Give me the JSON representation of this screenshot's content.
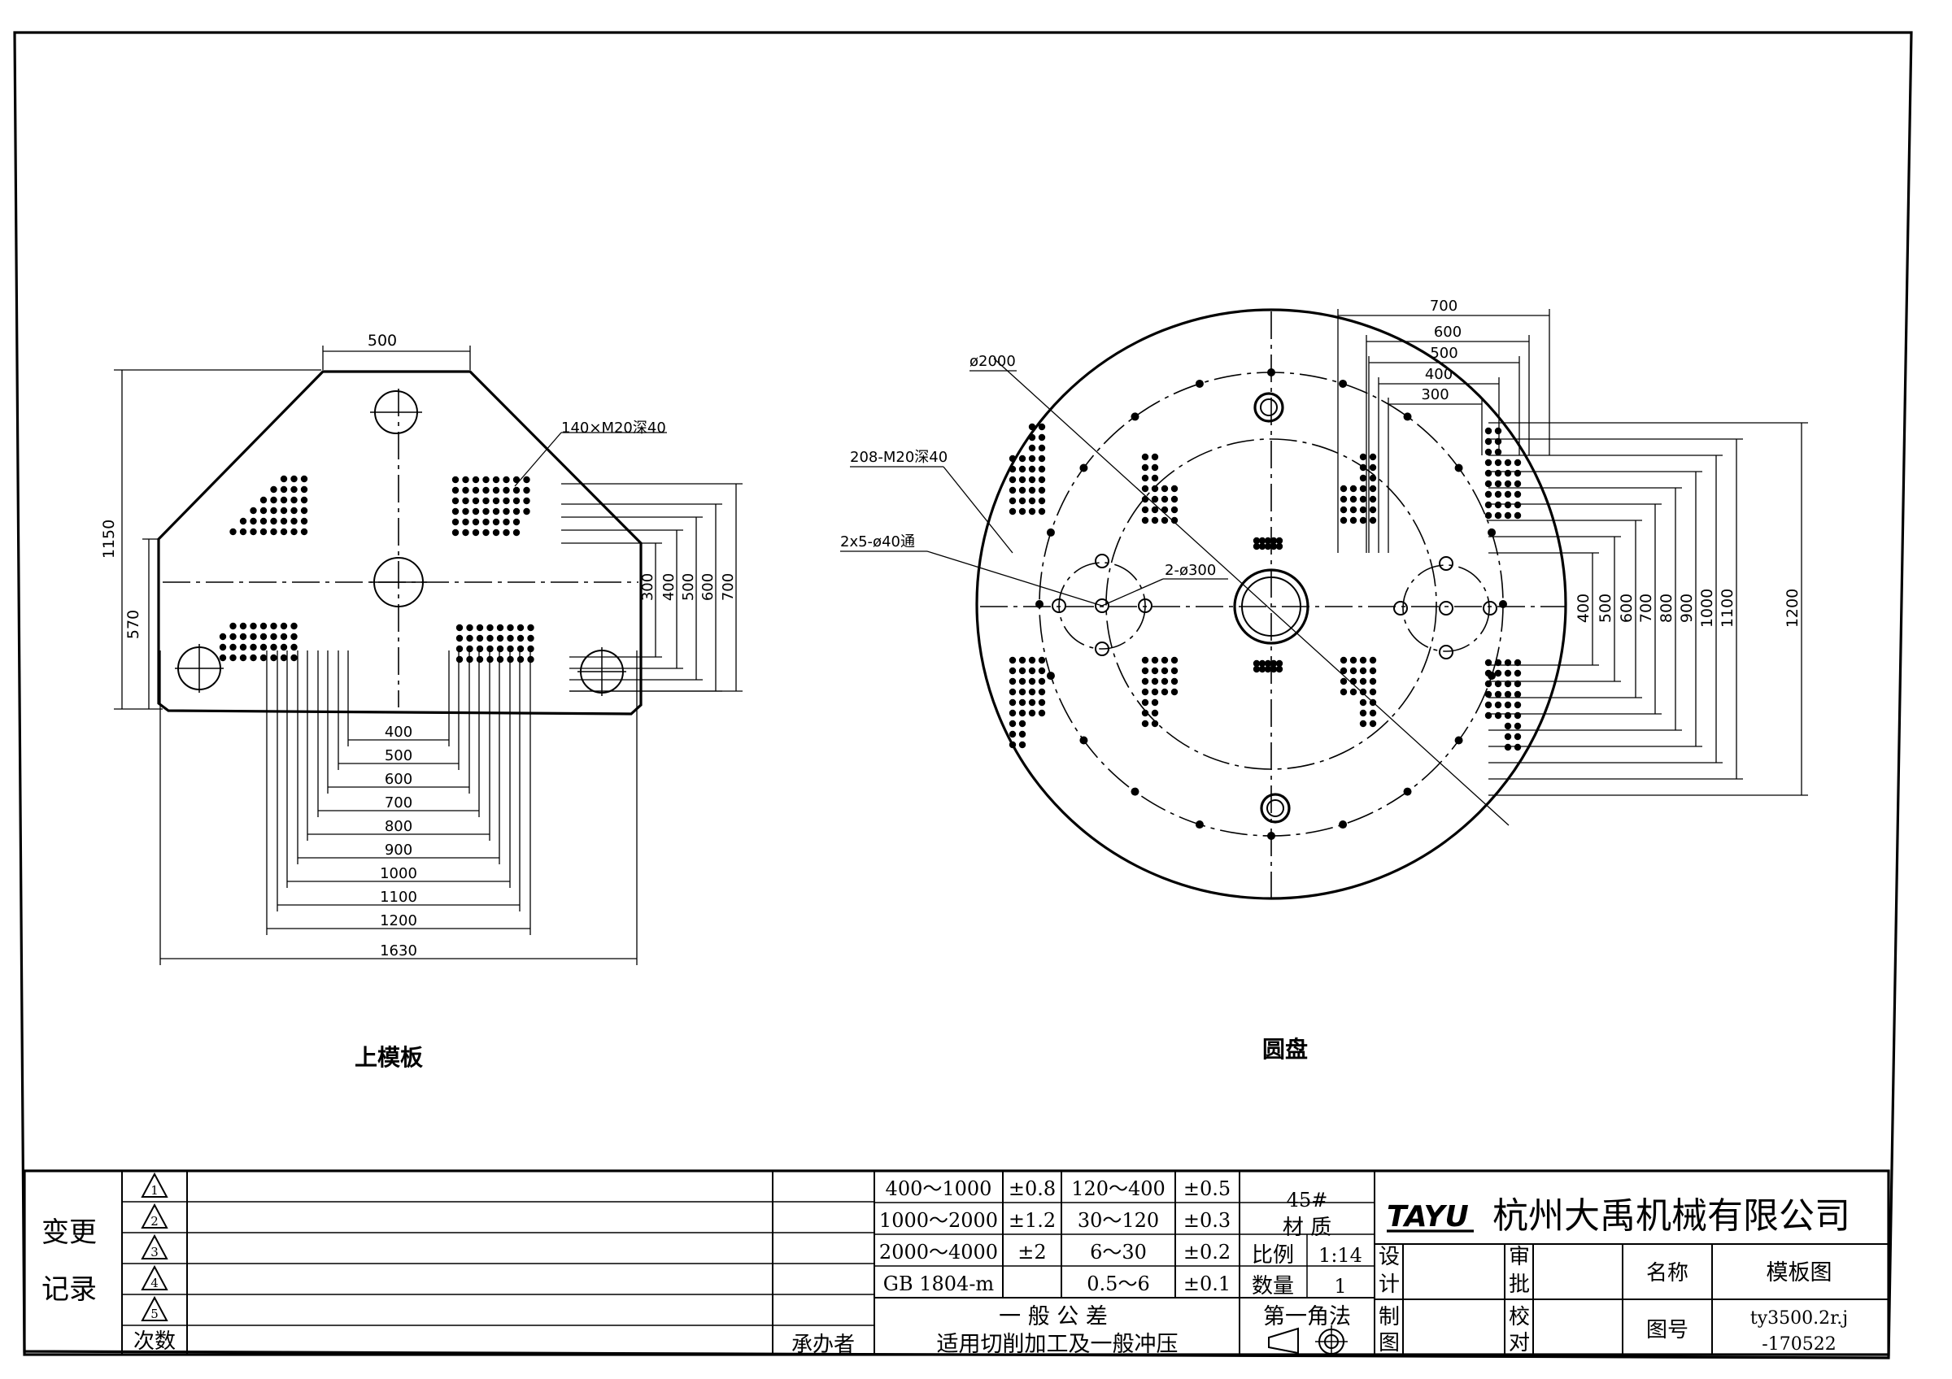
{
  "drawing": {
    "left_view": {
      "caption": "上模板",
      "hole_note": "140×M20深40",
      "top_width": "500",
      "height_overall": "1150",
      "height_lower": "570",
      "right_dims": [
        "300",
        "400",
        "500",
        "600",
        "700"
      ],
      "bottom_dims": [
        "400",
        "500",
        "600",
        "700",
        "800",
        "900",
        "1000",
        "1100",
        "1200",
        "1630"
      ]
    },
    "right_view": {
      "caption": "圆盘",
      "diameter": "ø2000",
      "hole_note": "208-M20深40",
      "through_note": "2x5-ø40通",
      "bore_note": "2-ø300",
      "top_dims": [
        "700",
        "600",
        "500",
        "400",
        "300"
      ],
      "right_dims": [
        "400",
        "500",
        "600",
        "700",
        "800",
        "900",
        "1000",
        "1100",
        "1200"
      ]
    }
  },
  "title_block": {
    "change_record_label": [
      "变更",
      "记录"
    ],
    "revision_marks": [
      "1",
      "2",
      "3",
      "4",
      "5"
    ],
    "count_label": "次数",
    "handler_label": "承办者",
    "tolerance_rows": [
      [
        "400～1000",
        "±0.8",
        "120～400",
        "±0.5"
      ],
      [
        "1000～2000",
        "±1.2",
        "30～120",
        "±0.3"
      ],
      [
        "2000～4000",
        "±2",
        "6～30",
        "±0.2"
      ],
      [
        "GB 1804-m",
        "",
        "0.5～6",
        "±0.1"
      ]
    ],
    "general_tolerance": "一 般 公 差",
    "applies_to": "适用切削加工及一般冲压",
    "material_value": "45#",
    "material_label": "材 质",
    "scale_label": "比例",
    "scale_value": "1:14",
    "quantity_label": "数量",
    "quantity_value": "1",
    "projection": "第一角法",
    "design_label": [
      "设",
      "计"
    ],
    "draw_label": [
      "制",
      "图"
    ],
    "review_label": [
      "审",
      "批"
    ],
    "check_label": [
      "校",
      "对"
    ],
    "logo_text": "TAYU",
    "company": "杭州大禹机械有限公司",
    "name_label": "名称",
    "name_value": "模板图",
    "number_label": "图号",
    "number_value": [
      "ty3500.2r.j",
      "-170522"
    ]
  }
}
